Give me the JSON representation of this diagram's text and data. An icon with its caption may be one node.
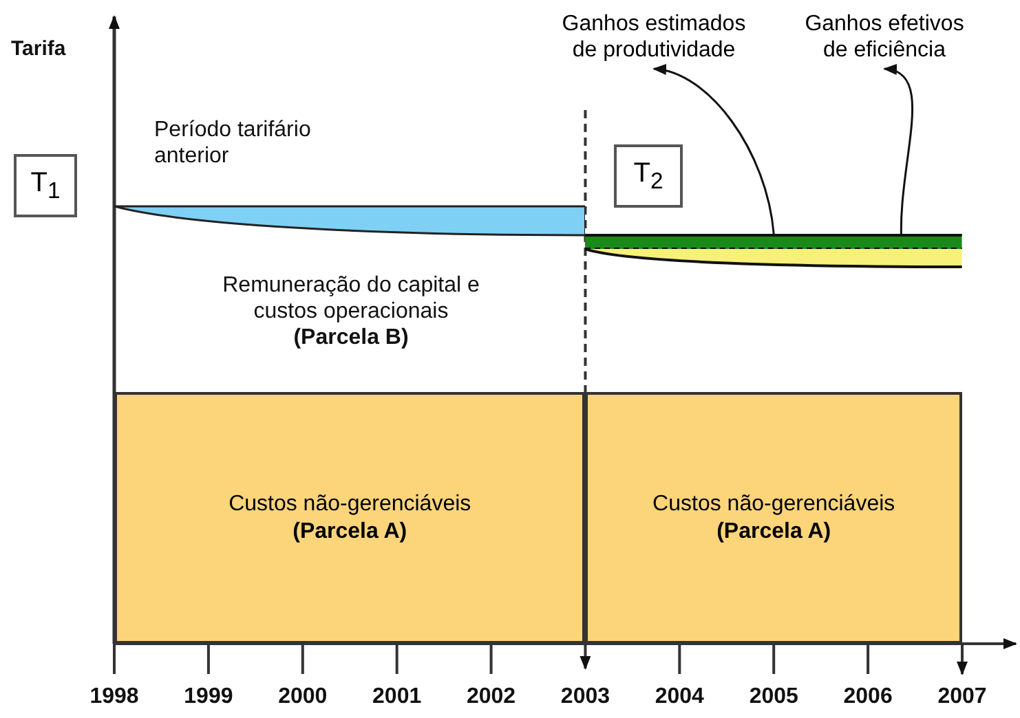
{
  "diagram": {
    "nodes": [
      {
        "text": [
          "T$_{1}$"
        ]
      },
      {
        "text": [
          "T$_{2}$"
        ]
      },
      {
        "text": [
          "Custos não-gerenciáveis",
          "(Parcela A)"
        ]
      },
      {
        "text": [
          "Custos não-gerenciáveis",
          "(Parcela A)"
        ]
      },
      {
        "text": [
          "Ganhos estimados de produtividade"
        ]
      },
      {
        "text": [
          "Ganhos efetivos de eficiência"
        ]
      },
      {
        "text": [],
        "shape": "bar"
      },
      {
        "text": [],
        "shape": "bar"
      },
      {
        "text": [],
        "shape": "bar"
      }
    ],
    "edges": [
      {
        "from": 7,
        "to": 4,
        "arrow": "to"
      },
      {
        "from": 8,
        "to": 5,
        "arrow": "to"
      }
    ],
    "labels": [
      "Tarifa",
      "Período tarifário anterior",
      "Remuneração do capital e custos operacionais **(Parcela B)**",
      "1998",
      "1999",
      "2000",
      "2001",
      "2002",
      "2003",
      "2004",
      "2005",
      "2006",
      "2007"
    ]
  }
}
